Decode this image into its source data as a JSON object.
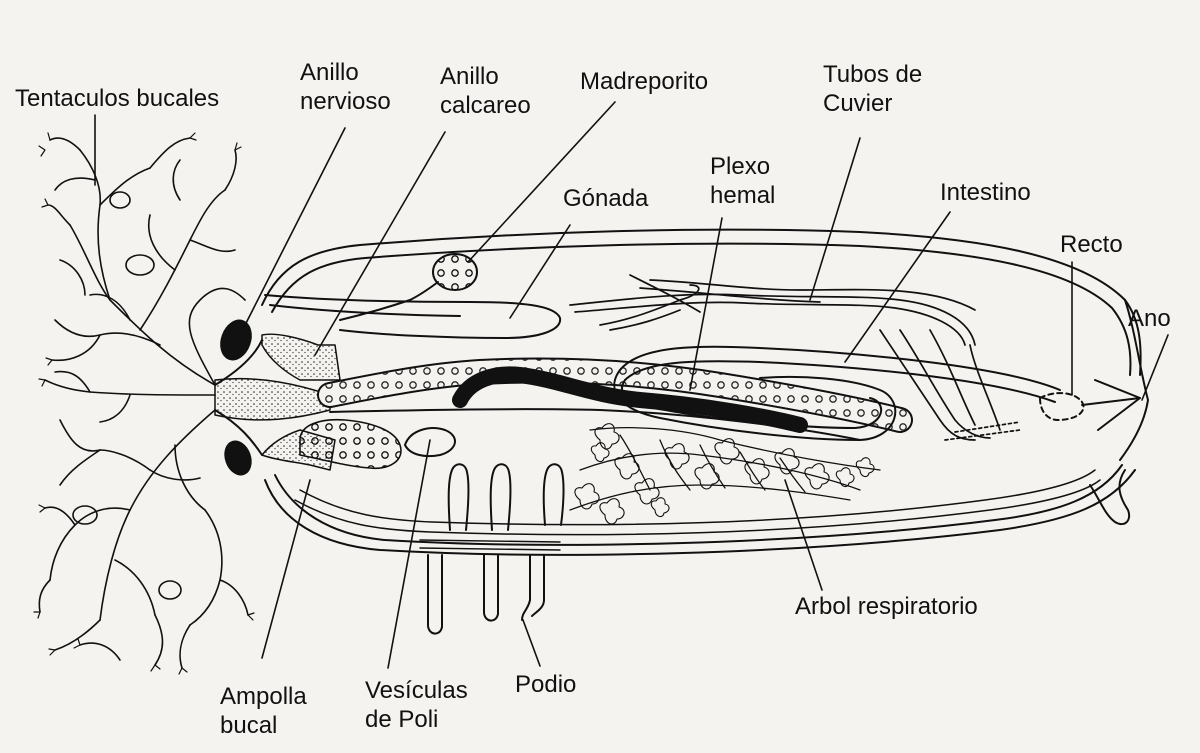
{
  "labels": {
    "tentaculos": "Tentaculos bucales",
    "anillo_nervioso": [
      "Anillo",
      "nervioso"
    ],
    "anillo_calcareo": [
      "Anillo",
      "calcareo"
    ],
    "madreporito": "Madreporito",
    "tubos_cuvier": [
      "Tubos de",
      "Cuvier"
    ],
    "gonada": "Gónada",
    "plexo_hemal": [
      "Plexo",
      "hemal"
    ],
    "intestino": "Intestino",
    "recto": "Recto",
    "ano": "Ano",
    "arbol_respiratorio": "Arbol respiratorio",
    "ampolla_bucal": [
      "Ampolla",
      "bucal"
    ],
    "vesiculas_poli": [
      "Vesículas",
      "de Poli"
    ],
    "podio": "Podio"
  },
  "colors": {
    "ink": "#111111",
    "paper": "#f4f3f0"
  }
}
